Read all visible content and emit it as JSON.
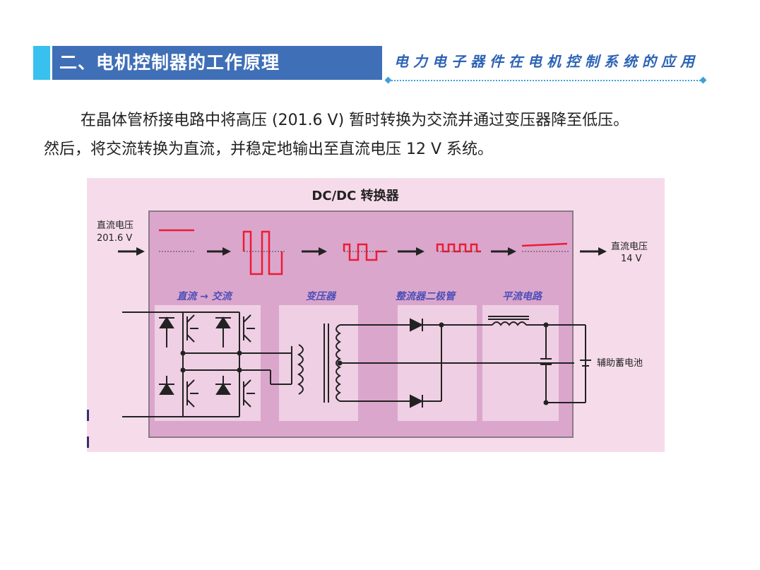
{
  "header": {
    "title": "二、电机控制器的工作原理",
    "subtitle": "电力电子器件在电机控制系统的应用"
  },
  "body": {
    "line1": "在晶体管桥接电路中将高压 (201.6 V) 暂时转换为交流并通过变压器降至低压。",
    "line2": "然后，将交流转换为直流，并稳定地输出至直流电压 12 V 系统。"
  },
  "figure": {
    "title": "DC/DC 转换器",
    "input_label": "直流电压",
    "input_value": "201.6 V",
    "output_label": "直流电压",
    "output_value": "14 V",
    "stages": [
      "直流 → 交流",
      "变压器",
      "整流器二极管",
      "平流电路"
    ],
    "battery_label": "辅助蓄电池",
    "colors": {
      "panel_bg": "#f6dcea",
      "block_bg": "#dba6cc",
      "stage_bg": "#efcfe4",
      "waveform": "#ec1c34",
      "stage_label": "#4d4fb8",
      "header_blue": "#3f6fb6",
      "header_accent": "#38c0ee"
    }
  }
}
